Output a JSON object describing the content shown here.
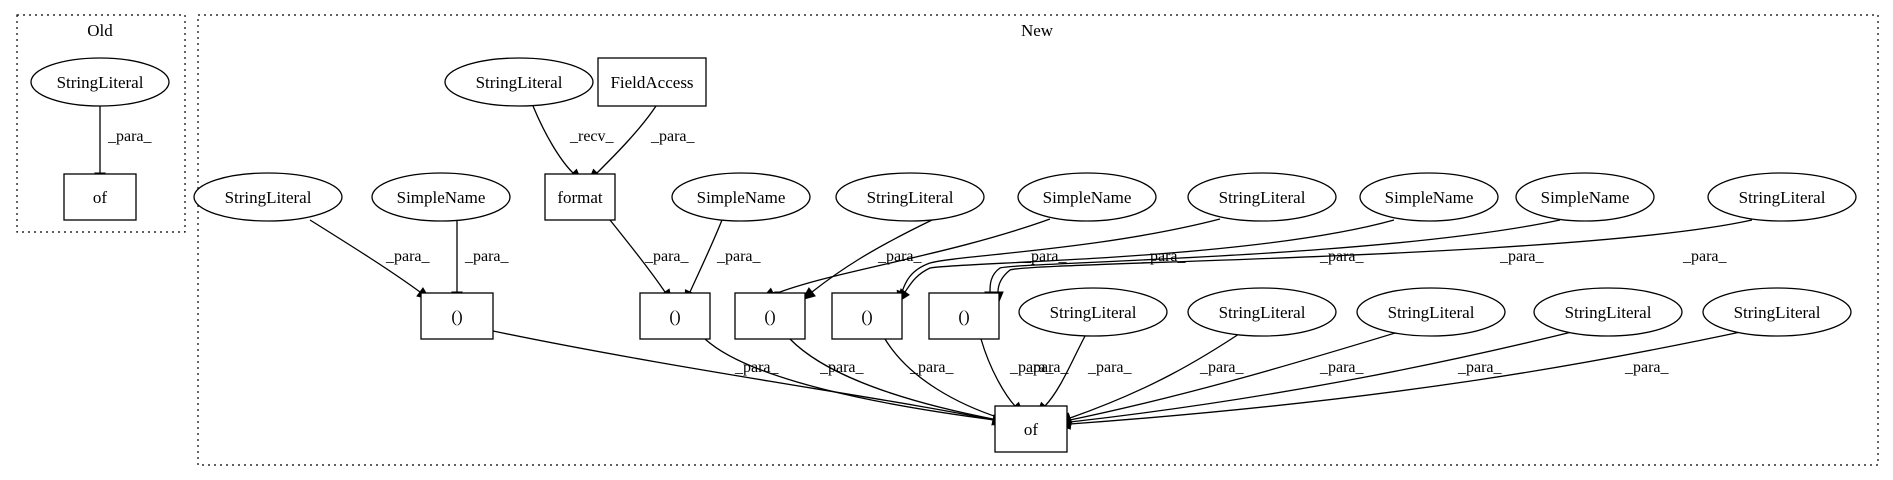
{
  "clusters": [
    {
      "id": "old",
      "label": "Old"
    },
    {
      "id": "new",
      "label": "New"
    }
  ],
  "nodes": [
    {
      "id": "o_sl",
      "label": "StringLiteral",
      "shape": "ellipse",
      "cluster": "old"
    },
    {
      "id": "o_of",
      "label": "of",
      "shape": "box",
      "cluster": "old"
    },
    {
      "id": "n_sl_top",
      "label": "StringLiteral",
      "shape": "ellipse",
      "cluster": "new"
    },
    {
      "id": "n_fa",
      "label": "FieldAccess",
      "shape": "box",
      "cluster": "new"
    },
    {
      "id": "n_format",
      "label": "format",
      "shape": "box",
      "cluster": "new"
    },
    {
      "id": "n_sl1",
      "label": "StringLiteral",
      "shape": "ellipse",
      "cluster": "new"
    },
    {
      "id": "n_sn1",
      "label": "SimpleName",
      "shape": "ellipse",
      "cluster": "new"
    },
    {
      "id": "n_sn2",
      "label": "SimpleName",
      "shape": "ellipse",
      "cluster": "new"
    },
    {
      "id": "n_sl2",
      "label": "StringLiteral",
      "shape": "ellipse",
      "cluster": "new"
    },
    {
      "id": "n_sn3",
      "label": "SimpleName",
      "shape": "ellipse",
      "cluster": "new"
    },
    {
      "id": "n_sl3",
      "label": "StringLiteral",
      "shape": "ellipse",
      "cluster": "new"
    },
    {
      "id": "n_sn4",
      "label": "SimpleName",
      "shape": "ellipse",
      "cluster": "new"
    },
    {
      "id": "n_sn5",
      "label": "SimpleName",
      "shape": "ellipse",
      "cluster": "new"
    },
    {
      "id": "n_sl4",
      "label": "StringLiteral",
      "shape": "ellipse",
      "cluster": "new"
    },
    {
      "id": "n_p1",
      "label": "()",
      "shape": "box",
      "cluster": "new"
    },
    {
      "id": "n_p2",
      "label": "()",
      "shape": "box",
      "cluster": "new"
    },
    {
      "id": "n_p3",
      "label": "()",
      "shape": "box",
      "cluster": "new"
    },
    {
      "id": "n_p4",
      "label": "()",
      "shape": "box",
      "cluster": "new"
    },
    {
      "id": "n_p5",
      "label": "()",
      "shape": "box",
      "cluster": "new"
    },
    {
      "id": "n_sl5",
      "label": "StringLiteral",
      "shape": "ellipse",
      "cluster": "new"
    },
    {
      "id": "n_sl6",
      "label": "StringLiteral",
      "shape": "ellipse",
      "cluster": "new"
    },
    {
      "id": "n_sl7",
      "label": "StringLiteral",
      "shape": "ellipse",
      "cluster": "new"
    },
    {
      "id": "n_sl8",
      "label": "StringLiteral",
      "shape": "ellipse",
      "cluster": "new"
    },
    {
      "id": "n_sl9",
      "label": "StringLiteral",
      "shape": "ellipse",
      "cluster": "new"
    },
    {
      "id": "n_of",
      "label": "of",
      "shape": "box",
      "cluster": "new"
    }
  ],
  "edges": [
    {
      "from": "o_sl",
      "to": "o_of",
      "label": "_para_"
    },
    {
      "from": "n_sl_top",
      "to": "n_format",
      "label": "_recv_"
    },
    {
      "from": "n_fa",
      "to": "n_format",
      "label": "_para_"
    },
    {
      "from": "n_sl1",
      "to": "n_p1",
      "label": "_para_"
    },
    {
      "from": "n_sn1",
      "to": "n_p1",
      "label": "_para_"
    },
    {
      "from": "n_format",
      "to": "n_p2",
      "label": "_para_"
    },
    {
      "from": "n_sn2",
      "to": "n_p2",
      "label": "_para_"
    },
    {
      "from": "n_sl2",
      "to": "n_p3",
      "label": "_para_"
    },
    {
      "from": "n_sn3",
      "to": "n_p3",
      "label": "_para_"
    },
    {
      "from": "n_sl3",
      "to": "n_p4",
      "label": "_para_"
    },
    {
      "from": "n_sn4",
      "to": "n_p4",
      "label": "_para_"
    },
    {
      "from": "n_sn5",
      "to": "n_p5",
      "label": "_para_"
    },
    {
      "from": "n_sl4",
      "to": "n_p5",
      "label": "_para_"
    },
    {
      "from": "n_p1",
      "to": "n_of",
      "label": "_para_"
    },
    {
      "from": "n_p2",
      "to": "n_of",
      "label": "_para_"
    },
    {
      "from": "n_p3",
      "to": "n_of",
      "label": "_para_"
    },
    {
      "from": "n_p4",
      "to": "n_of",
      "label": "_para_"
    },
    {
      "from": "n_p5",
      "to": "n_of",
      "label": "_para_"
    },
    {
      "from": "n_sl5",
      "to": "n_of",
      "label": "_para_"
    },
    {
      "from": "n_sl6",
      "to": "n_of",
      "label": "_para_"
    },
    {
      "from": "n_sl7",
      "to": "n_of",
      "label": "_para_"
    },
    {
      "from": "n_sl8",
      "to": "n_of",
      "label": "_para_"
    },
    {
      "from": "n_sl9",
      "to": "n_of",
      "label": "_para_"
    }
  ]
}
